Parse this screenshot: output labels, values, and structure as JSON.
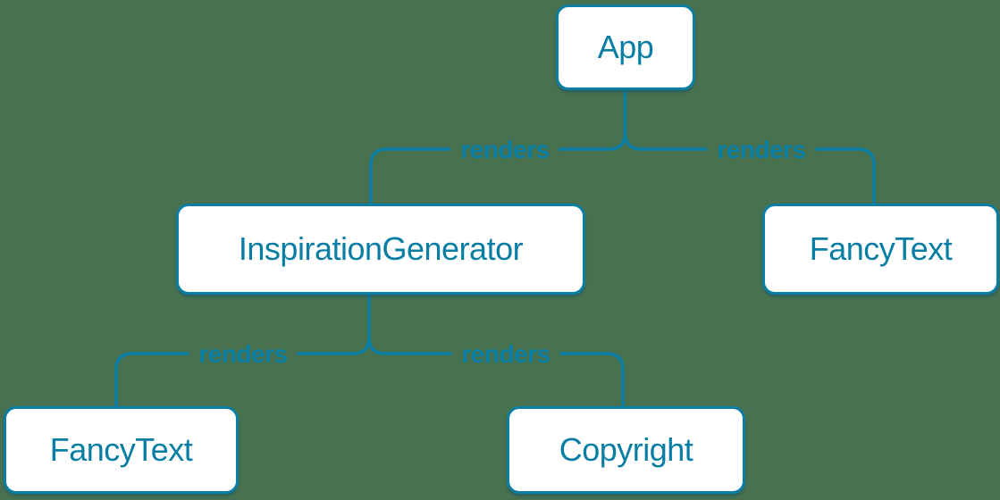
{
  "diagram": {
    "type": "component-render-tree",
    "colors": {
      "background": "#48714F",
      "accent": "#0A7EA4",
      "node_fill": "#FFFFFF",
      "node_text": "#087EA4"
    },
    "nodes": [
      {
        "id": "app",
        "label": "App"
      },
      {
        "id": "inspiration-generator",
        "label": "InspirationGenerator"
      },
      {
        "id": "fancy-text-top",
        "label": "FancyText"
      },
      {
        "id": "fancy-text-bottom",
        "label": "FancyText"
      },
      {
        "id": "copyright",
        "label": "Copyright"
      }
    ],
    "edges": [
      {
        "from": "App",
        "to": "InspirationGenerator",
        "label": "renders"
      },
      {
        "from": "App",
        "to": "FancyText",
        "label": "renders"
      },
      {
        "from": "InspirationGenerator",
        "to": "FancyText",
        "label": "renders"
      },
      {
        "from": "InspirationGenerator",
        "to": "Copyright",
        "label": "renders"
      }
    ]
  }
}
